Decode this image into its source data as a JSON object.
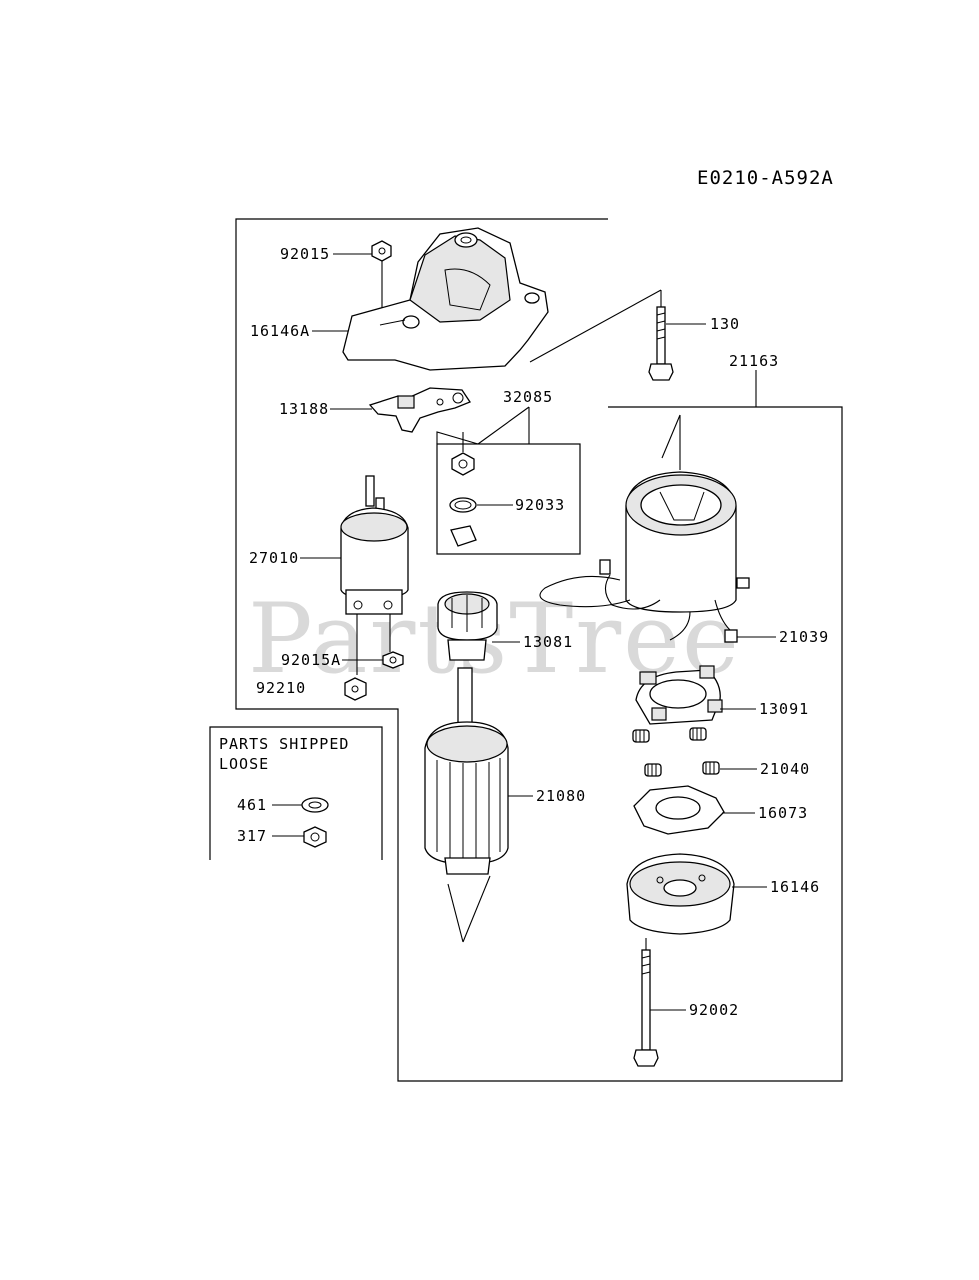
{
  "diagram_code": "E0210-A592A",
  "watermark": "PartsTree",
  "loose_box": {
    "title_line1": "PARTS SHIPPED",
    "title_line2": "LOOSE"
  },
  "parts": {
    "p92015": "92015",
    "p16146A": "16146A",
    "p13188": "13188",
    "p32085": "32085",
    "p92033": "92033",
    "p130": "130",
    "p21163": "21163",
    "p27010": "27010",
    "p13081": "13081",
    "p92015A": "92015A",
    "p92210": "92210",
    "p21039": "21039",
    "p13091": "13091",
    "p21040": "21040",
    "p21080": "21080",
    "p16073": "16073",
    "p16146": "16146",
    "p92002": "92002",
    "p461": "461",
    "p317": "317"
  }
}
